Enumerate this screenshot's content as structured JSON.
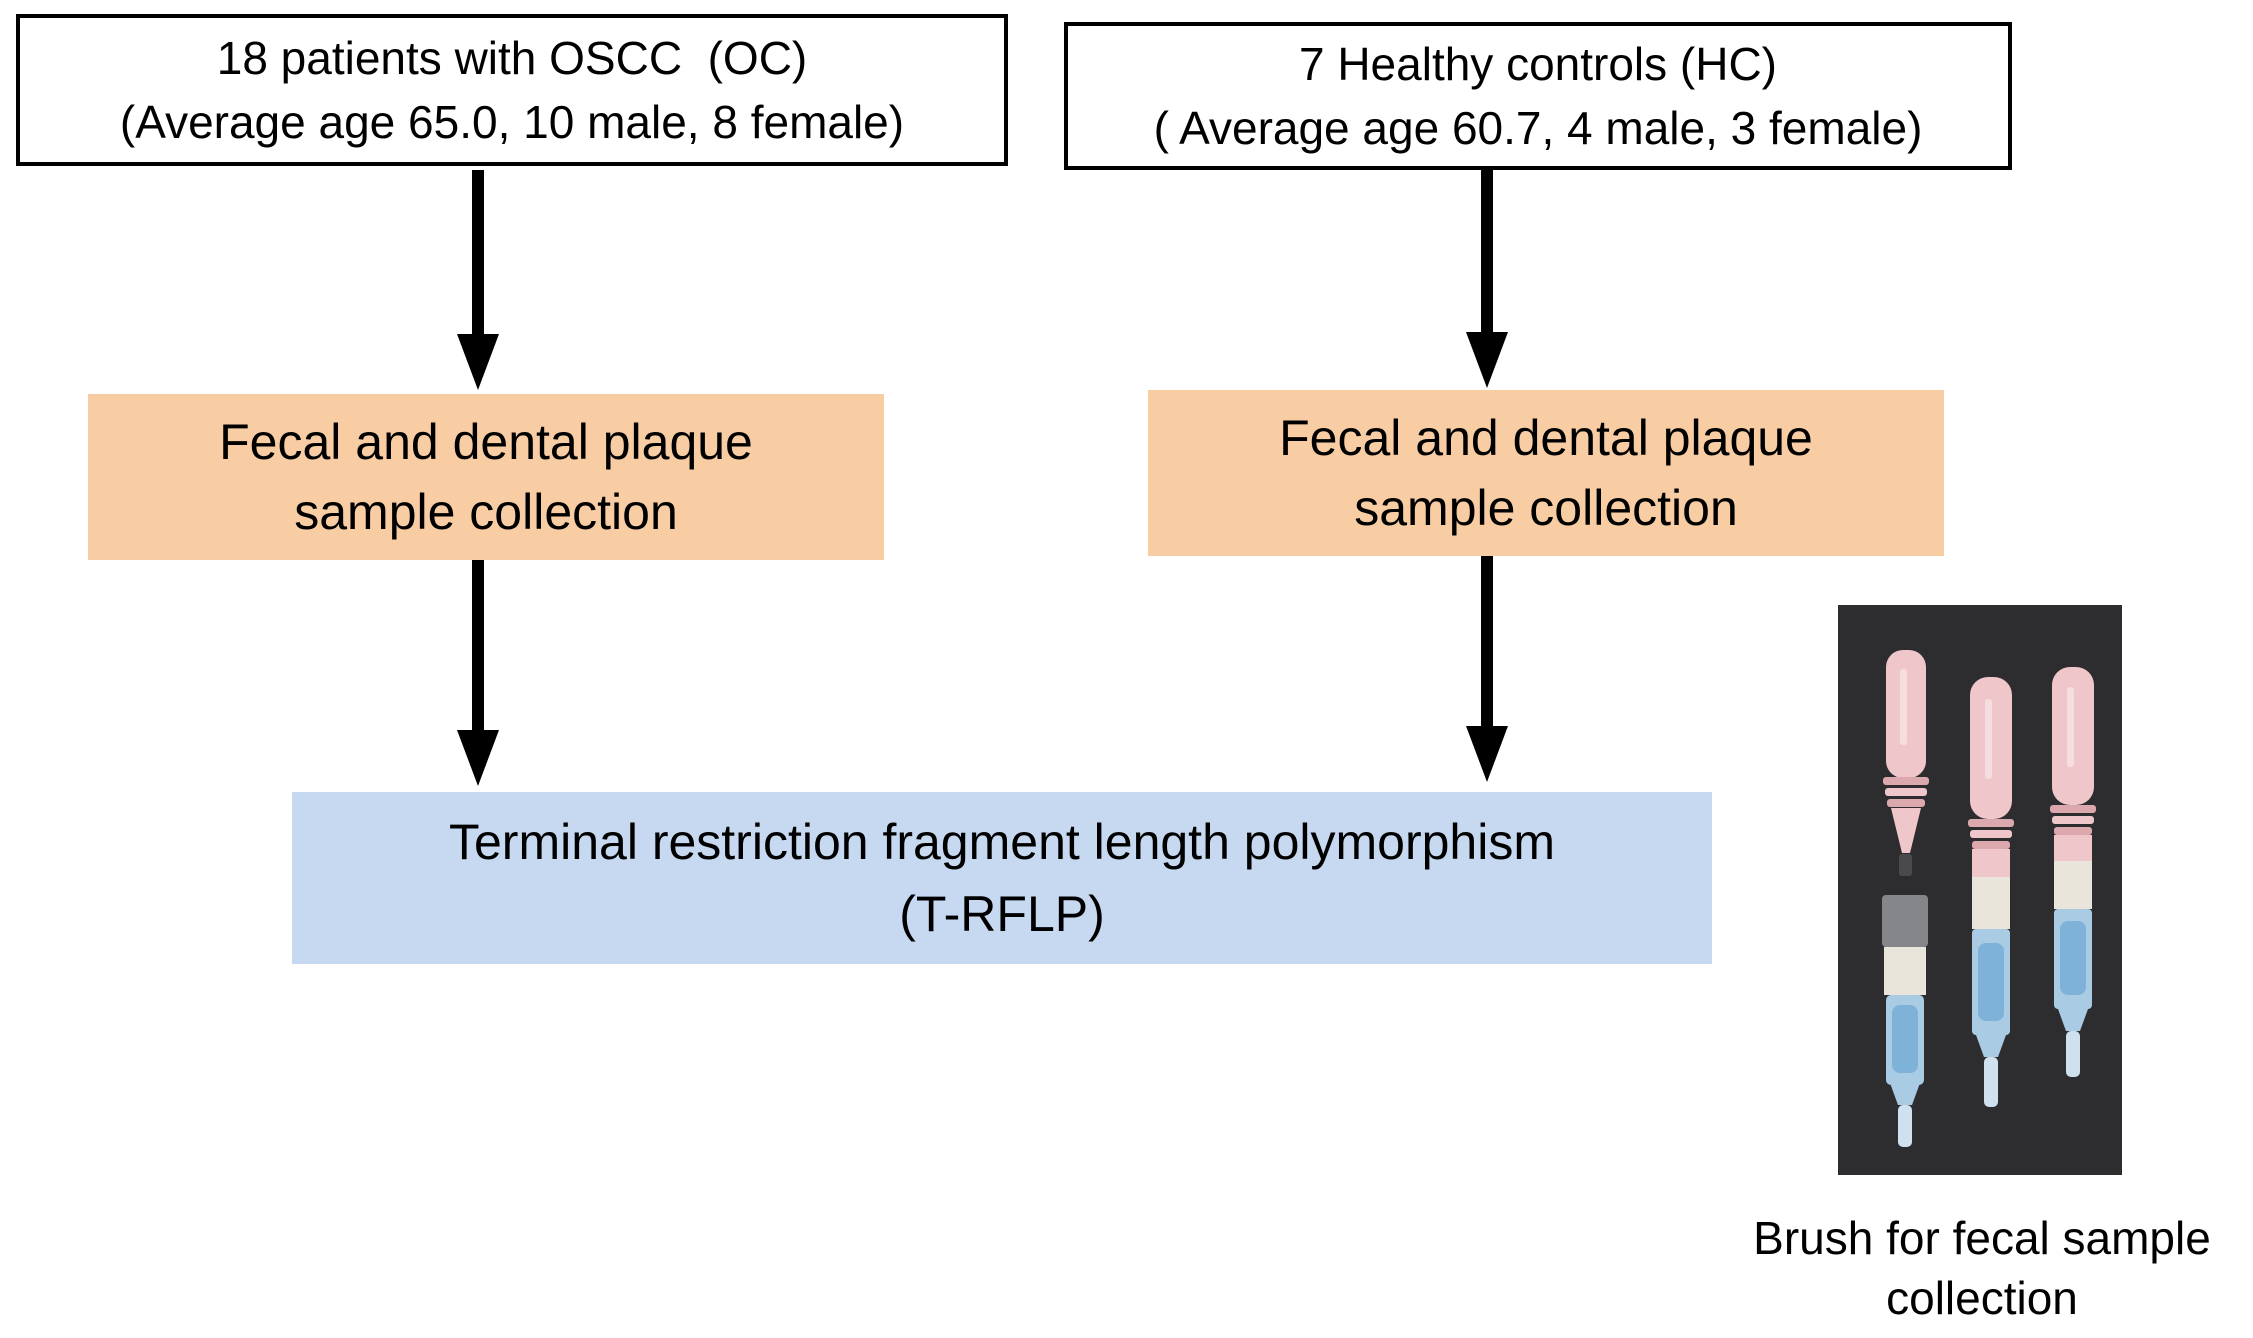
{
  "figure": {
    "oc_box": {
      "line1": "18 patients with OSCC  (OC)",
      "line2": "(Average age 65.0, 10 male, 8 female)"
    },
    "hc_box": {
      "line1": "7 Healthy controls (HC)",
      "line2": "( Average age 60.7, 4 male, 3 female)"
    },
    "collection_left_box": {
      "line1": "Fecal and dental plaque",
      "line2": "sample collection"
    },
    "collection_right_box": {
      "line1": "Fecal and dental plaque",
      "line2": "sample collection"
    },
    "trflp_box": {
      "line1": "Terminal restriction fragment length polymorphism",
      "line2": "(T-RFLP)"
    },
    "photo_caption": {
      "line1": "Brush for fecal sample",
      "line2": "collection"
    }
  },
  "colors": {
    "box_border": "#000000",
    "arrow": "#000000",
    "collection_box_fill": "#F9CDA4",
    "trflp_box_fill": "#C6D9F1",
    "photo_background": "#2D2D30",
    "brush_pink": "#EFC7CA",
    "brush_pink_light": "#F6DDE0",
    "brush_pink_dark": "#DBA8AE",
    "brush_white": "#E9E5DB",
    "brush_tube_blue": "#A9CBE3",
    "brush_liquid_blue": "#7FB2D8",
    "brush_tip_light": "#CFE0EE",
    "brush_tip_dark": "#4A4A4E",
    "brush_cap_gray": "#8F9093"
  }
}
